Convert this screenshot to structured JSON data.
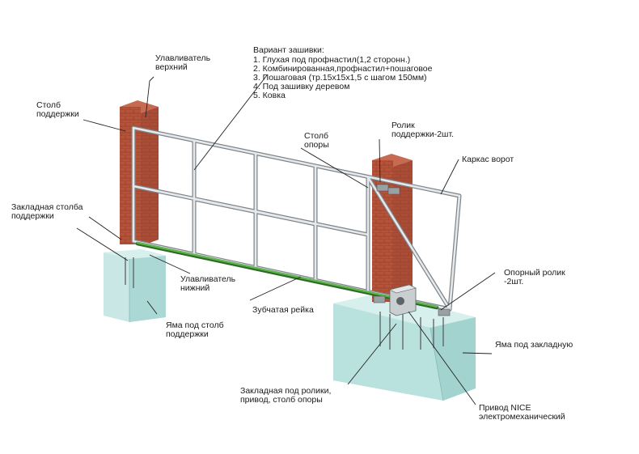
{
  "variants": {
    "title": "Вариант зашивки:",
    "items": [
      "1. Глухая под профнастил(1,2 сторонн.)",
      "2. Комбинированная,профнастил+пошаговое",
      "3. Пошаговая (тр.15х15х1,5 с шагом 150мм)",
      "4. Под зашивку деревом",
      "5. Ковка"
    ]
  },
  "labels": {
    "catcher_top": [
      "Улавливатель",
      "верхний"
    ],
    "support_post": [
      "Столб",
      "поддержки"
    ],
    "support_post_embed": [
      "Закладная столба",
      "поддержки"
    ],
    "catcher_bottom": [
      "Улавливатель",
      "нижний"
    ],
    "pit_support": [
      "Яма под столб",
      "поддержки"
    ],
    "gear_rack": [
      "Зубчатая рейка"
    ],
    "embed_rollers": [
      "Закладная под ролики,",
      "привод, столб опоры"
    ],
    "drive": [
      "Привод NICE",
      "электромеханический"
    ],
    "pit_embed": [
      "Яма под закладную"
    ],
    "support_rollers": [
      "Опорный ролик",
      "-2шт."
    ],
    "gate_frame": [
      "Каркас ворот"
    ],
    "top_roller": [
      "Ролик",
      "поддержки-2шт."
    ],
    "main_post": [
      "Столб",
      "опоры"
    ]
  },
  "colors": {
    "brick": "#b5533a",
    "brick_dark": "#8e3a27",
    "concrete": "#bfe3e0",
    "concrete_dark": "#93c9c5",
    "steel": "#d9dde0",
    "steel_edge": "#7d8387",
    "rack": "#4a9a3a"
  }
}
